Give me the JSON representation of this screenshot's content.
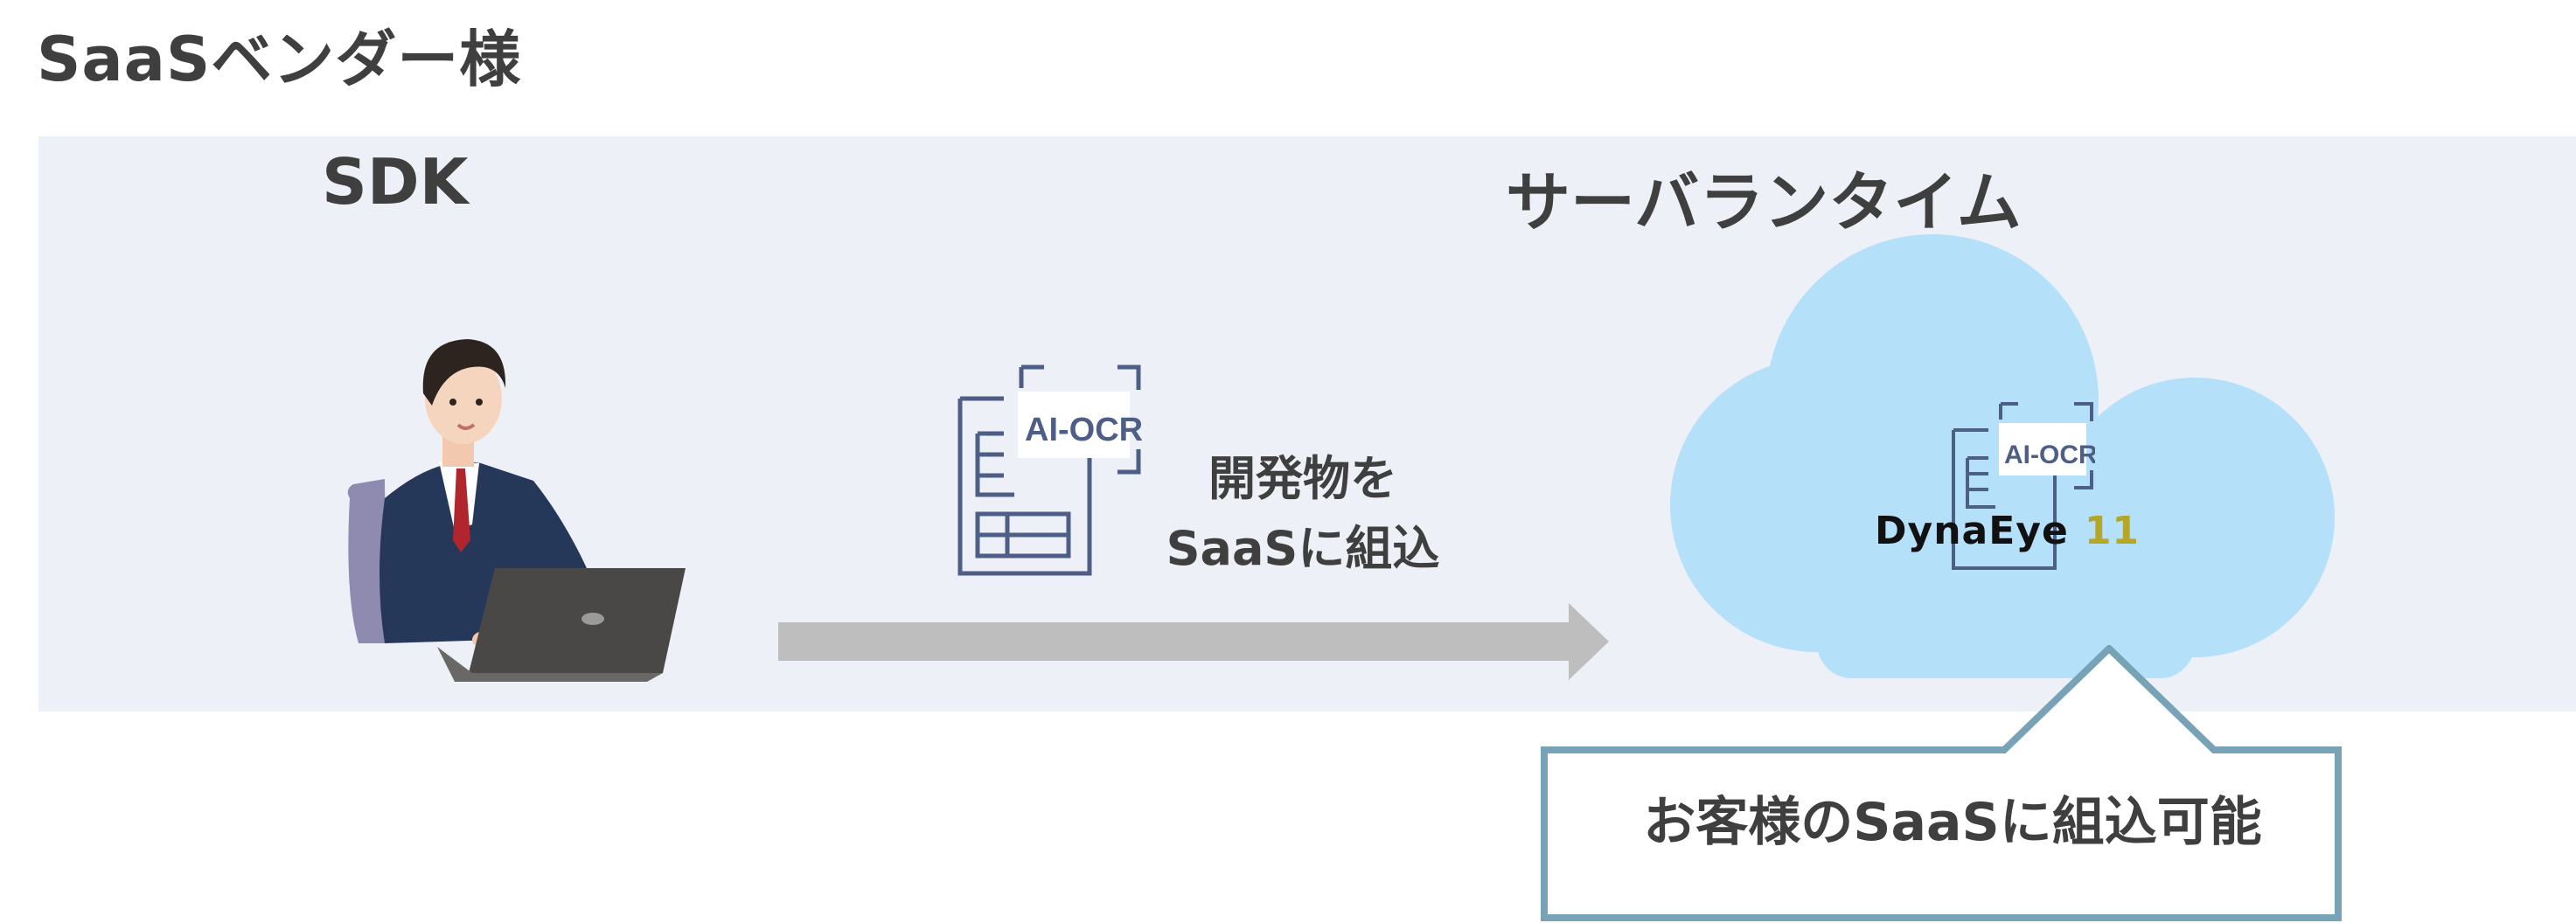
{
  "title": "SaaSベンダー様",
  "sdk_label": "SDK",
  "server_label": "サーバランタイム",
  "doc_icon_label": "AI-OCR",
  "caption_lines": [
    "開発物を",
    "SaaSに組込"
  ],
  "cloud_icon_label": "AI-OCR",
  "product_name": "DynaEye",
  "product_version": "11",
  "callout_text": "お客様のSaaSに組込可能",
  "colors": {
    "band_bg": "#edf1f7",
    "cloud": "#b4e0fa",
    "arrow": "#bebebe",
    "callout_border": "#78a2b6",
    "doc_icon": "#4d5f86",
    "text": "#3f3f3f"
  }
}
